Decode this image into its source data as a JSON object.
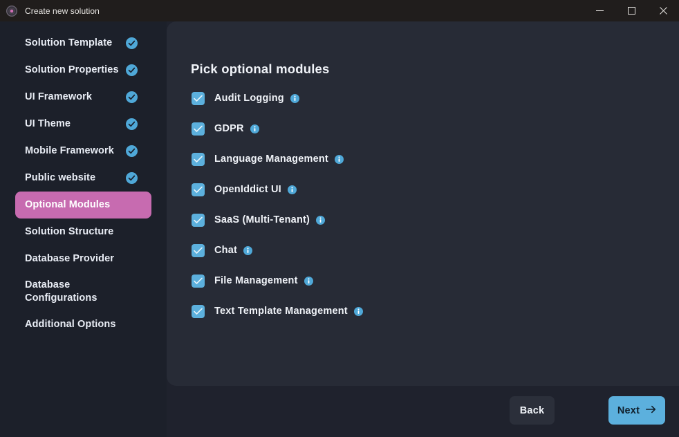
{
  "window": {
    "title": "Create new solution",
    "app_icon": "abp-logo-icon",
    "controls": {
      "minimize": "minimize-icon",
      "maximize": "maximize-icon",
      "close": "close-icon"
    }
  },
  "colors": {
    "titlebar_bg": "#201d1c",
    "window_bg": "#1f222d",
    "sidebar_bg": "#1c202a",
    "panel_bg": "#272b36",
    "accent_pink": "#c76bb0",
    "accent_blue": "#5cb0dd",
    "text_primary": "#f0f3f8",
    "back_button_bg": "#2b2f3a"
  },
  "sidebar": {
    "items": [
      {
        "label": "Solution Template",
        "completed": true,
        "active": false
      },
      {
        "label": "Solution Properties",
        "completed": true,
        "active": false
      },
      {
        "label": "UI Framework",
        "completed": true,
        "active": false
      },
      {
        "label": "UI Theme",
        "completed": true,
        "active": false
      },
      {
        "label": "Mobile Framework",
        "completed": true,
        "active": false
      },
      {
        "label": "Public website",
        "completed": true,
        "active": false
      },
      {
        "label": "Optional Modules",
        "completed": false,
        "active": true
      },
      {
        "label": "Solution Structure",
        "completed": false,
        "active": false
      },
      {
        "label": "Database Provider",
        "completed": false,
        "active": false
      },
      {
        "label": "Database Configurations",
        "completed": false,
        "active": false
      },
      {
        "label": "Additional Options",
        "completed": false,
        "active": false
      }
    ]
  },
  "main": {
    "heading": "Pick optional modules",
    "modules": [
      {
        "label": "Audit Logging",
        "checked": true,
        "info": "info-icon"
      },
      {
        "label": "GDPR",
        "checked": true,
        "info": "info-icon"
      },
      {
        "label": "Language Management",
        "checked": true,
        "info": "info-icon"
      },
      {
        "label": "OpenIddict UI",
        "checked": true,
        "info": "info-icon"
      },
      {
        "label": "SaaS (Multi-Tenant)",
        "checked": true,
        "info": "info-icon"
      },
      {
        "label": "Chat",
        "checked": true,
        "info": "info-icon"
      },
      {
        "label": "File Management",
        "checked": true,
        "info": "info-icon"
      },
      {
        "label": "Text Template Management",
        "checked": true,
        "info": "info-icon"
      }
    ]
  },
  "footer": {
    "back_label": "Back",
    "next_label": "Next",
    "next_icon": "arrow-right-icon"
  }
}
